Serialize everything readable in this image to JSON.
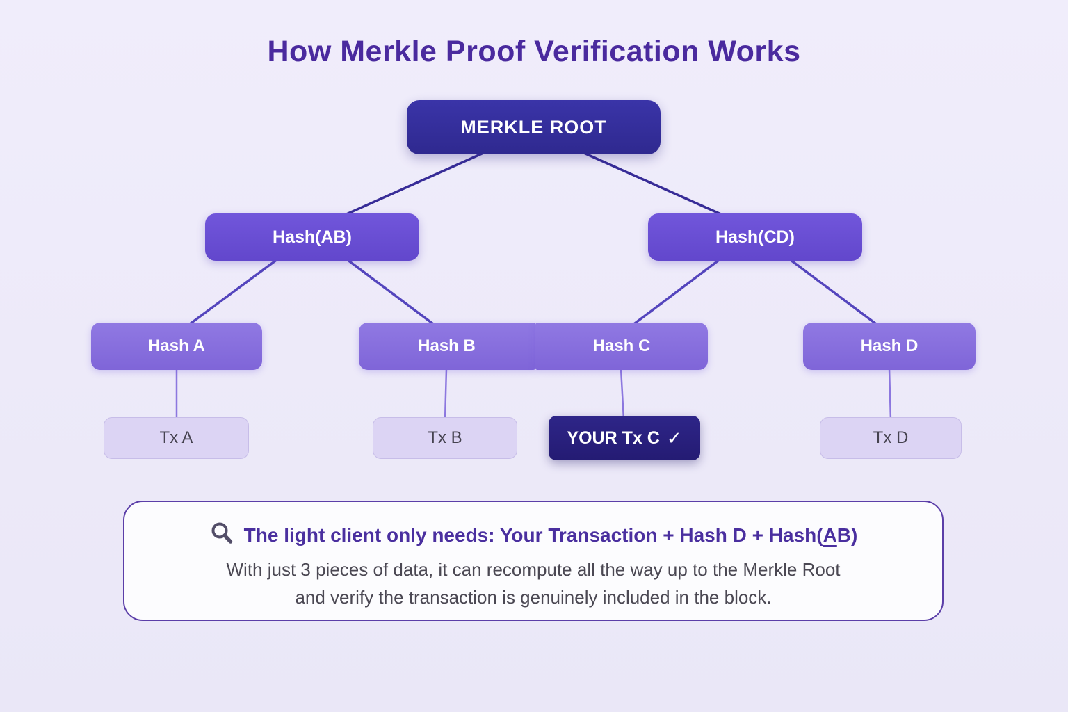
{
  "title": "How Merkle Proof Verification Works",
  "tree": {
    "root": {
      "label": "MERKLE ROOT"
    },
    "branches": [
      {
        "label": "Hash(AB)"
      },
      {
        "label": "Hash(CD)"
      }
    ],
    "hashes": [
      {
        "label": "Hash A"
      },
      {
        "label": "Hash B"
      },
      {
        "label": "Hash C"
      },
      {
        "label": "Hash D"
      }
    ],
    "transactions": [
      {
        "label": "Tx A",
        "highlighted": false
      },
      {
        "label": "Tx B",
        "highlighted": false
      },
      {
        "label": "YOUR Tx C",
        "check": "✓",
        "highlighted": true
      },
      {
        "label": "Tx D",
        "highlighted": false
      }
    ]
  },
  "callout": {
    "icon": "magnifier",
    "headline_prefix": "The light client only needs: Your Transaction + Hash D + Hash(",
    "headline_underline": "A",
    "headline_suffix": "B)",
    "body_line1": "With just 3 pieces of data, it can recompute all the way up to the Merkle Root",
    "body_line2": "and verify the transaction is genuinely included in the block."
  },
  "colors": {
    "background": "#EDEAF9",
    "title_text": "#4A2A9E",
    "root_node": "#332C98",
    "branch_node": "#6A50D5",
    "hash_node": "#8A72DF",
    "tx_node": "#DCD4F4",
    "tx_text": "#45424F",
    "highlight_node": "#2A217F",
    "connector_dark": "#372C97",
    "connector_mid": "#5445BD",
    "connector_light": "#8C77DF",
    "callout_border": "#5B3EA8",
    "callout_headline": "#4A2F9F",
    "callout_body": "#4B4853"
  }
}
